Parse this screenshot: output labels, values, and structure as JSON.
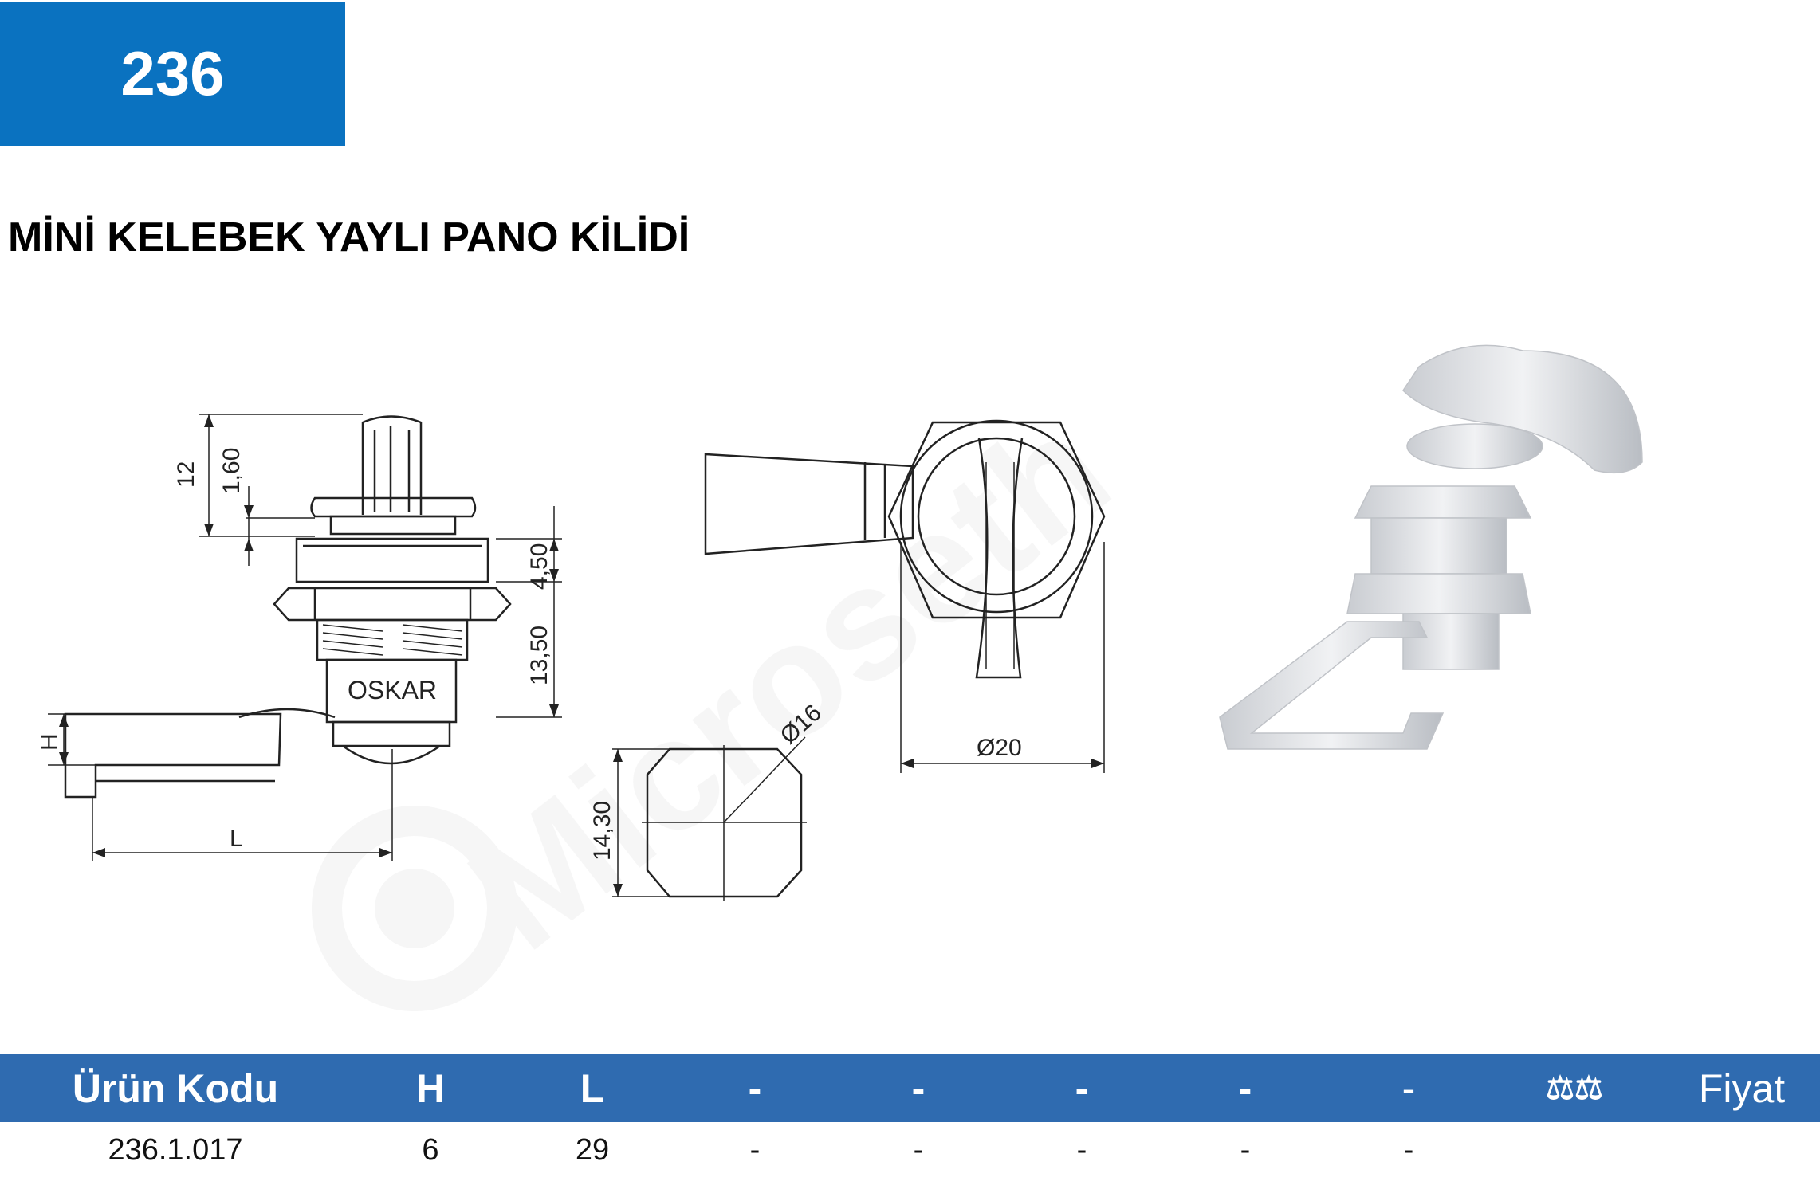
{
  "header": {
    "badge_number": "236"
  },
  "product": {
    "title": "MİNİ KELEBEK YAYLI PANO KİLİDİ"
  },
  "drawing": {
    "dimensions": {
      "d12": "12",
      "d1_60": "1,60",
      "d4_50": "4,50",
      "d13_50": "13,50",
      "h": "H",
      "l": "L",
      "d16": "Ø16",
      "d20": "Ø20",
      "d14_30": "14,30"
    },
    "brand_mark": "OSKAR"
  },
  "table": {
    "headers": [
      "Ürün Kodu",
      "H",
      "L",
      "-",
      "-",
      "-",
      "-",
      "-",
      "⚖⚖",
      "Fiyat"
    ],
    "rows": [
      [
        "236.1.017",
        "6",
        "29",
        "-",
        "-",
        "-",
        "-",
        "-",
        "",
        ""
      ]
    ]
  },
  "colors": {
    "badge_blue": "#0a72c0",
    "table_header_blue": "#2f6bb0"
  }
}
